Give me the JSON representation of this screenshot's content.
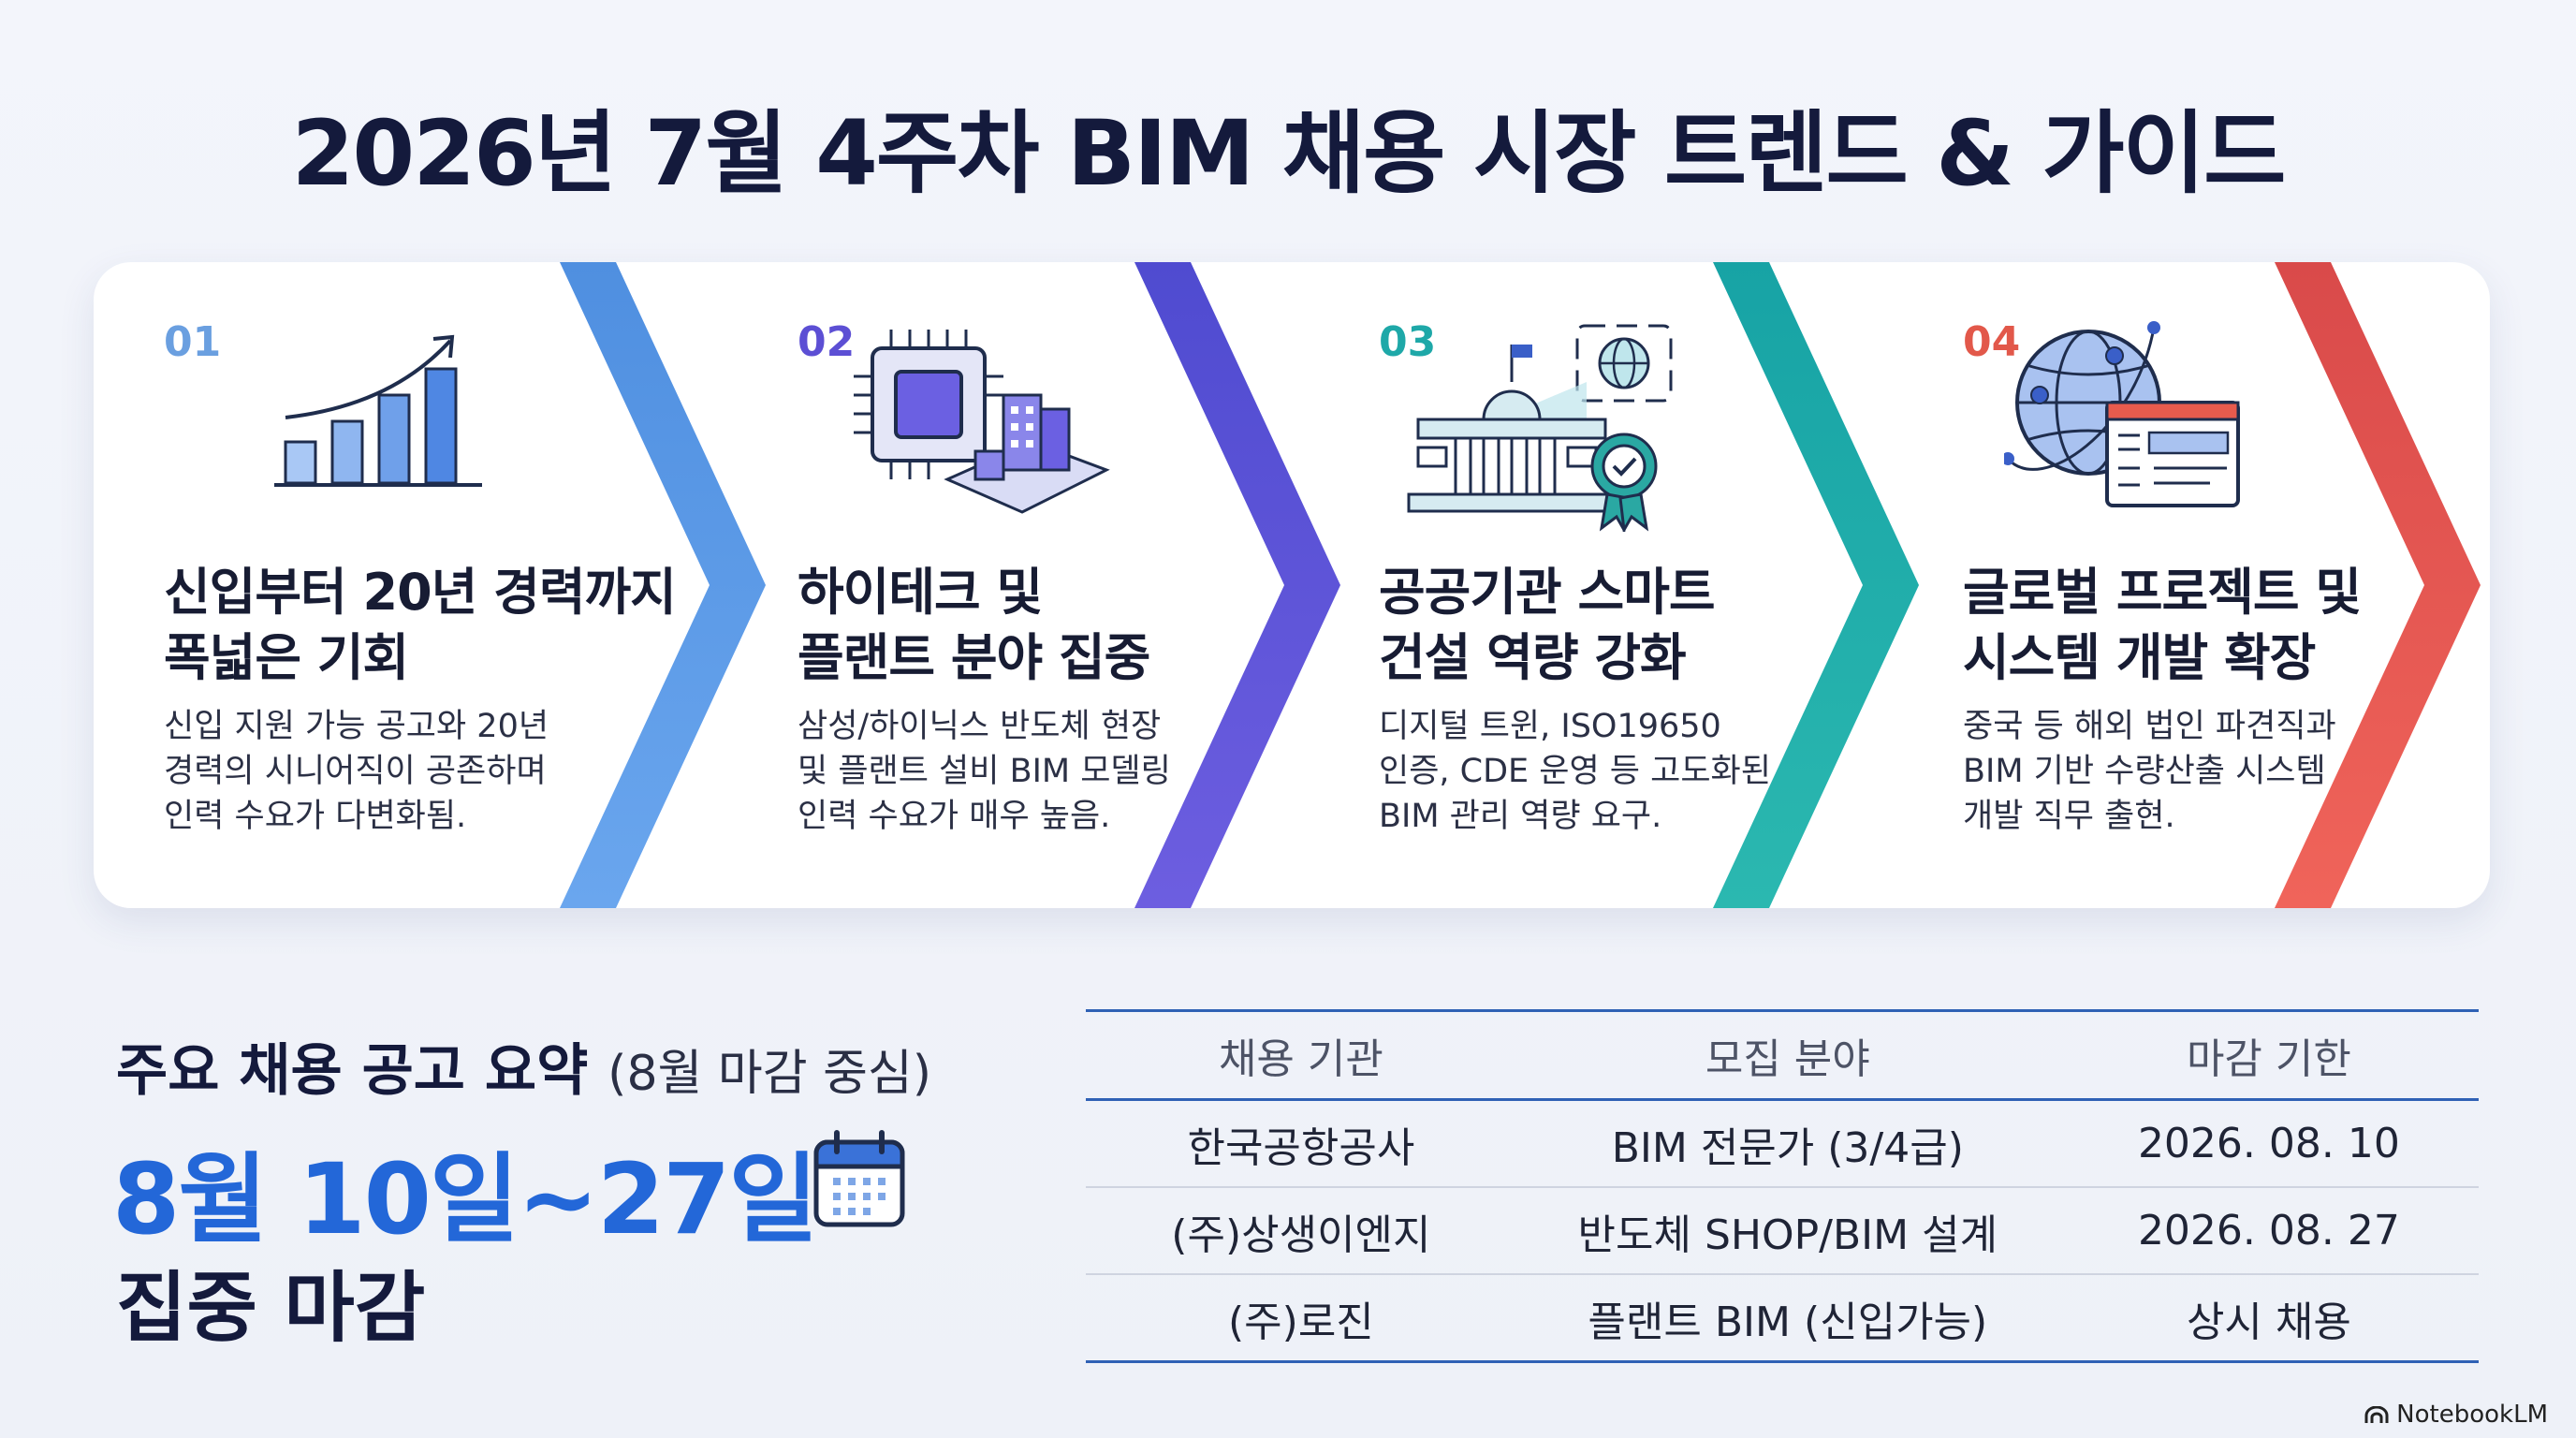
{
  "title": "2026년 7월 4주차 BIM 채용 시장 트렌드 & 가이드",
  "colors": {
    "step1": "#5b97e6",
    "step2": "#5c4fd4",
    "step3": "#1ea8a8",
    "step4": "#e2584a",
    "accent_blue": "#2367d8"
  },
  "steps": [
    {
      "num": "01",
      "icon": "growth-chart-icon",
      "heading": [
        "신입부터 20년 경력까지",
        "폭넓은 기회"
      ],
      "desc": [
        "신입 지원 가능 공고와 20년",
        "경력의 시니어직이 공존하며",
        "인력 수요가 다변화됨."
      ]
    },
    {
      "num": "02",
      "icon": "semiconductor-chip-building-icon",
      "heading": [
        "하이테크 및",
        "플랜트 분야 집중"
      ],
      "desc": [
        "삼성/하이닉스 반도체 현장",
        "및 플랜트 설비 BIM 모델링",
        "인력 수요가 매우 높음."
      ]
    },
    {
      "num": "03",
      "icon": "public-institution-certificate-icon",
      "heading": [
        "공공기관 스마트",
        "건설 역량 강화"
      ],
      "desc": [
        "디지털 트윈, ISO19650",
        "인증, CDE 운영 등 고도화된",
        "BIM 관리 역량 요구."
      ]
    },
    {
      "num": "04",
      "icon": "global-network-window-icon",
      "heading": [
        "글로벌 프로젝트 및",
        "시스템 개발 확장"
      ],
      "desc": [
        "중국 등 해외 법인 파견직과",
        "BIM 기반 수량산출 시스템",
        "개발 직무 출현."
      ]
    }
  ],
  "summary": {
    "heading": "주요 채용 공고 요약",
    "subheading": "(8월 마감 중심)",
    "date_range": "8월 10일~27일",
    "deadline_label": "집중 마감",
    "calendar_icon": "calendar-icon"
  },
  "table": {
    "headers": [
      "채용 기관",
      "모집 분야",
      "마감 기한"
    ],
    "rows": [
      [
        "한국공항공사",
        "BIM 전문가 (3/4급)",
        "2026. 08. 10"
      ],
      [
        "(주)상생이엔지",
        "반도체 SHOP/BIM 설계",
        "2026. 08. 27"
      ],
      [
        "(주)로진",
        "플랜트 BIM (신입가능)",
        "상시 채용"
      ]
    ]
  },
  "branding": "NotebookLM"
}
